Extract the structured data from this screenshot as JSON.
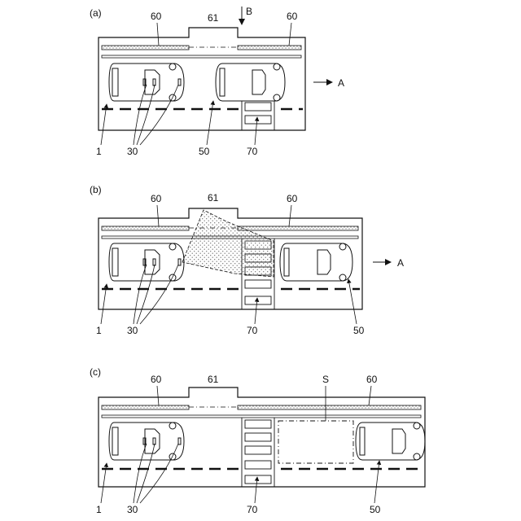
{
  "panels": [
    {
      "id": "a",
      "label": "(a)",
      "refs": {
        "sidewalk_left": "60",
        "sidewalk_right": "60",
        "gap": "61",
        "view": "B",
        "direction": "A",
        "vehicle": "1",
        "sensors": "30",
        "other_vehicle": "50",
        "crosswalk": "70"
      }
    },
    {
      "id": "b",
      "label": "(b)",
      "refs": {
        "sidewalk_left": "60",
        "sidewalk_right": "60",
        "gap": "61",
        "direction": "A",
        "vehicle": "1",
        "sensors": "30",
        "crosswalk": "70",
        "other_vehicle": "50"
      }
    },
    {
      "id": "c",
      "label": "(c)",
      "refs": {
        "sidewalk_left": "60",
        "sidewalk_right": "60",
        "gap": "61",
        "space": "S",
        "vehicle": "1",
        "sensors": "30",
        "crosswalk": "70",
        "other_vehicle": "50"
      }
    }
  ]
}
